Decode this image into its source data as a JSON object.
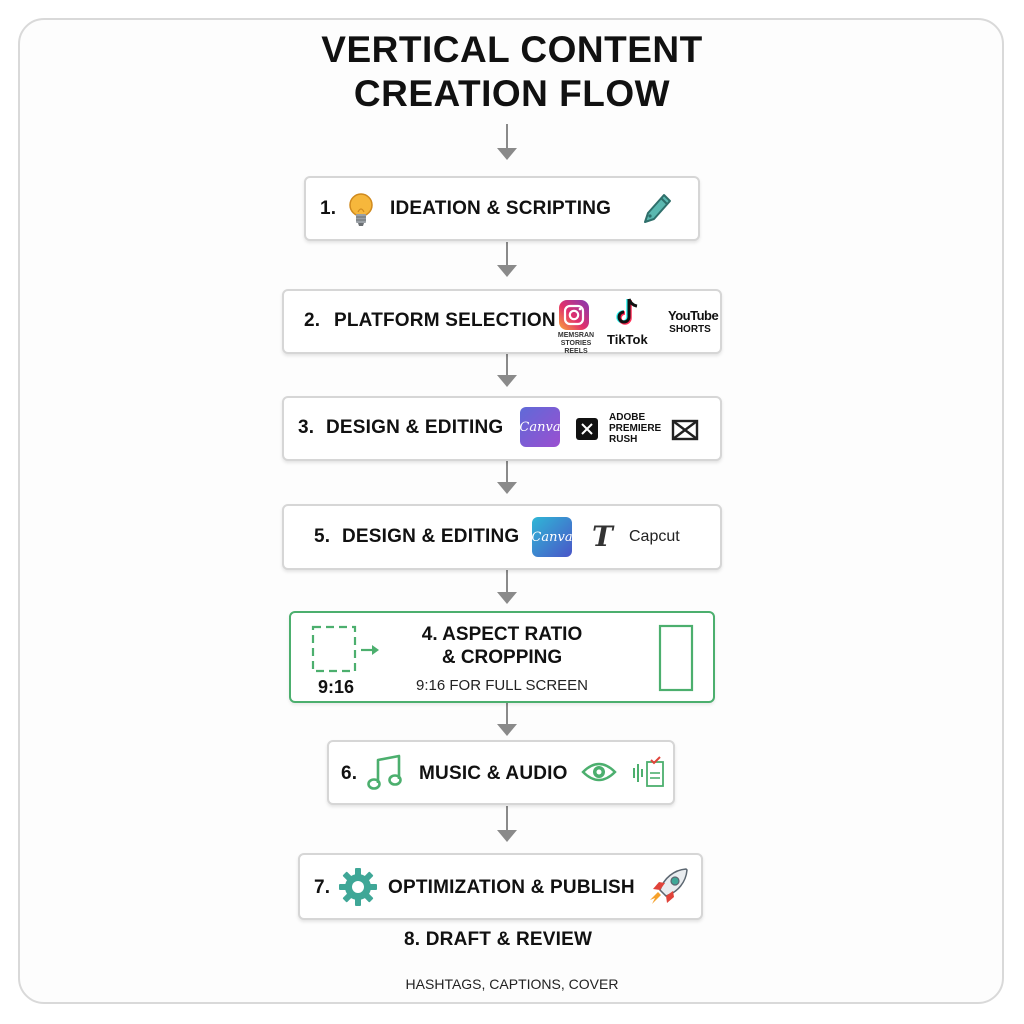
{
  "title_line1": "VERTICAL CONTENT",
  "title_line2": "CREATION FLOW",
  "steps": {
    "s1": {
      "num": "1.",
      "label": "IDEATION & SCRIPTING"
    },
    "s2": {
      "num": "2.",
      "label": "PLATFORM SELECTION",
      "platforms": {
        "instagram_caption": "MEMSRAN\nSTORIES REELS",
        "tiktok": "TikTok",
        "youtube_line1": "YouTube",
        "youtube_line2": "SHORTS"
      }
    },
    "s3": {
      "num": "3.",
      "label": "DESIGN & EDITING",
      "tools": {
        "canva": "Canva",
        "rush_line1": "ADOBE",
        "rush_line2": "PREMIERE",
        "rush_line3": "RUSH"
      }
    },
    "s5": {
      "num": "5.",
      "label": "DESIGN & EDITING",
      "tools": {
        "canva": "Canva",
        "capcut": "Capcut",
        "text_glyph": "T"
      }
    },
    "s4": {
      "line1": "4. ASPECT RATIO",
      "line2": "& CROPPING",
      "sub": "9:16 FOR FULL SCREEN",
      "ratio": "9:16"
    },
    "s6": {
      "num": "6.",
      "label": "MUSIC & AUDIO"
    },
    "s7": {
      "num": "7.",
      "label": "OPTIMIZATION & PUBLISH"
    },
    "s8": {
      "label": "8.  DRAFT & REVIEW"
    }
  },
  "footer": "HASHTAGS, CAPTIONS, COVER",
  "icons": [
    "lightbulb-icon",
    "pen-icon",
    "instagram-icon",
    "tiktok-icon",
    "youtube-icon",
    "capcut-icon",
    "text-icon",
    "crop-frame-icon",
    "arrow-right-icon",
    "portrait-frame-icon",
    "music-note-icon",
    "eye-icon",
    "audio-checklist-icon",
    "gear-icon",
    "rocket-icon"
  ],
  "colors": {
    "accent_green": "#4caf6e",
    "arrow_gray": "#8a8a8a",
    "canva_purple": "#7b4fd6",
    "canva_blue": "#3a7bd5"
  }
}
